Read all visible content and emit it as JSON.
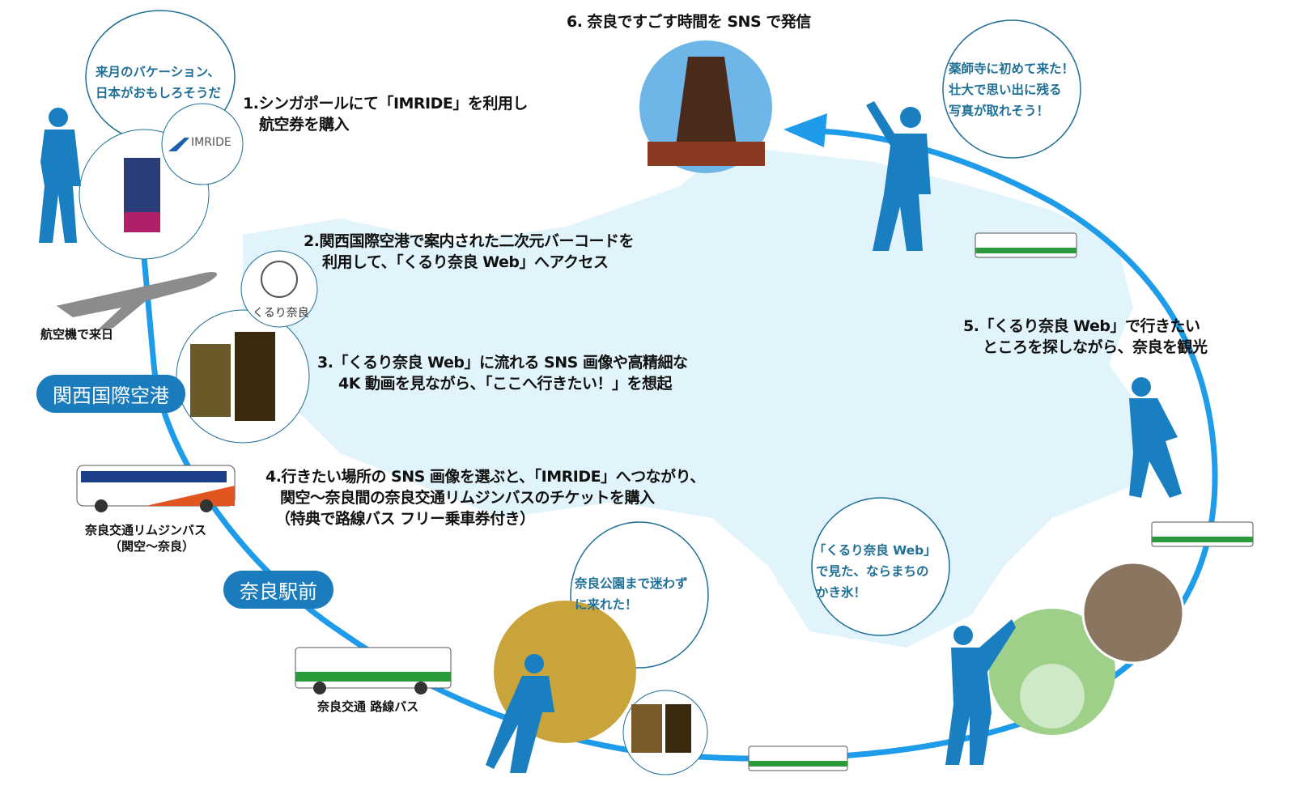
{
  "steps": {
    "s1": [
      "1.シンガポールにて「IMRIDE」を利用し",
      "航空券を購入"
    ],
    "s2": [
      "2.関西国際空港で案内された二次元バーコードを",
      "利用して、「くるり奈良 Web」へアクセス"
    ],
    "s3": [
      "3.「くるり奈良 Web」に流れる SNS 画像や高精細な",
      "4K 動画を見ながら、「ここへ行きたい！」を想起"
    ],
    "s4": [
      "4.行きたい場所の SNS 画像を選ぶと、「IMRIDE」へつながり、",
      "関空～奈良間の奈良交通リムジンバスのチケットを購入",
      "（特典で路線バス フリー乗車券付き）"
    ],
    "s5": [
      "5.「くるり奈良 Web」で行きたい",
      "ところを探しながら、奈良を観光"
    ],
    "s6": "6. 奈良ですごす時間を SNS で発信"
  },
  "bubbles": {
    "b1": [
      "来月のバケーション、",
      "日本がおもしろそうだ"
    ],
    "b2": [
      "薬師寺に初めて来た！",
      "壮大で思い出に残る",
      "写真が取れそう！"
    ],
    "b3": [
      "奈良公園まで迷わず",
      "に来れた！"
    ],
    "b4": [
      "「くるり奈良 Web」",
      "で見た、ならまちの",
      "かき氷！"
    ]
  },
  "badges": {
    "airport": "関西国際空港",
    "station": "奈良駅前"
  },
  "labels": {
    "plane": "航空機で来日",
    "limo": [
      "奈良交通リムジンバス",
      "（関空～奈良）"
    ],
    "route_bus": "奈良交通 路線バス",
    "imride_logo": "IMRIDE",
    "kururi_logo": "くるり奈良"
  },
  "colors": {
    "accent": "#1a7cbd",
    "path": "#1e9be9",
    "map": "#e2f4fb",
    "silhouette": "#1a7fc1",
    "bubble_text": "#1f6f96"
  }
}
